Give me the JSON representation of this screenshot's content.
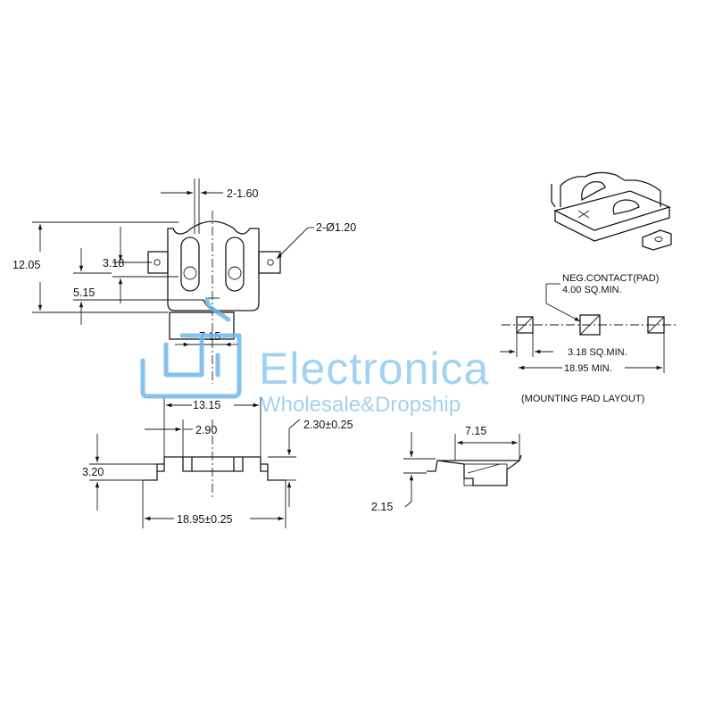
{
  "front_view": {
    "dim_pin_width": "2-1.60",
    "dim_hole": "2-Ø1.20",
    "dim_height": "12.05",
    "dim_pin_offset": "3.18",
    "dim_center": "5.15",
    "dim_contact": "7.15"
  },
  "side_view": {
    "dim_body_width": "13.15",
    "dim_inner": "2.90",
    "dim_thickness": "2.30±0.25",
    "dim_height": "3.20",
    "dim_overall": "18.95±0.25"
  },
  "end_view": {
    "dim_width": "7.15",
    "dim_height": "2.15"
  },
  "pad_layout": {
    "neg_contact": "NEG.CONTACT(PAD)",
    "neg_size": "4.00 SQ.MIN.",
    "pad_size": "3.18 SQ.MIN.",
    "span": "18.95 MIN.",
    "title": "(MOUNTING PAD LAYOUT)"
  },
  "watermark": {
    "brand": "Electronica",
    "tagline": "Wholesale&Dropship",
    "color": "#6fb7ea"
  }
}
